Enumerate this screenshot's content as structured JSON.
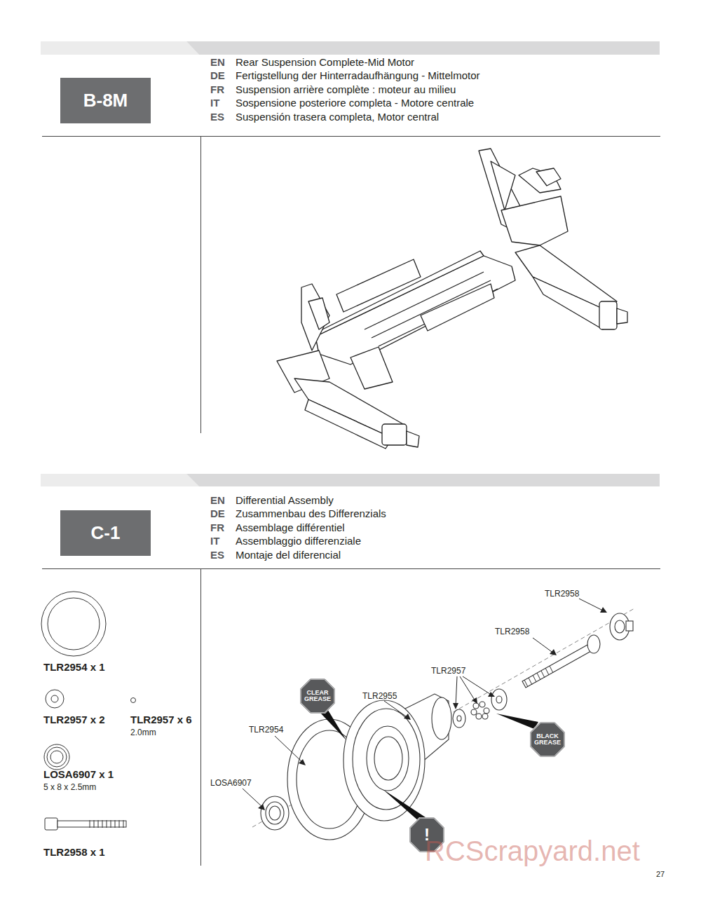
{
  "diagram": {
    "nodes": [
      {
        "text": [
          "B-8M"
        ]
      },
      {
        "text": [
          "C-1"
        ]
      },
      {
        "text": [
          "CLEAR GREASE"
        ]
      },
      {
        "text": [
          "BLACK GREASE"
        ]
      },
      {
        "text": [
          "!"
        ]
      }
    ],
    "labels": [
      "EN",
      "Rear Suspension Complete-Mid Motor",
      "DE",
      "Fertigstellung der Hinterradaufhängung - Mittelmotor",
      "FR",
      "Suspension arrière complète : moteur au milieu",
      "IT",
      "Sospensione posteriore completa - Motore centrale",
      "ES",
      "Suspensión trasera completa, Motor central",
      "EN",
      "Differential Assembly",
      "DE",
      "Zusammenbau des Differenzials",
      "FR",
      "Assemblage différentiel",
      "IT",
      "Assemblaggio differenziale",
      "ES",
      "Montaje del diferencial",
      "TLR2954 x 1",
      "TLR2957 x 2",
      "TLR2957 x 6",
      "2.0mm",
      "LOSA6907 x 1",
      "5 x 8 x 2.5mm",
      "TLR2958 x 1",
      "TLR2958",
      "TLR2958",
      "TLR2957",
      "TLR2955",
      "TLR2954",
      "LOSA6907",
      "RCScrapyard.net",
      "27"
    ]
  }
}
